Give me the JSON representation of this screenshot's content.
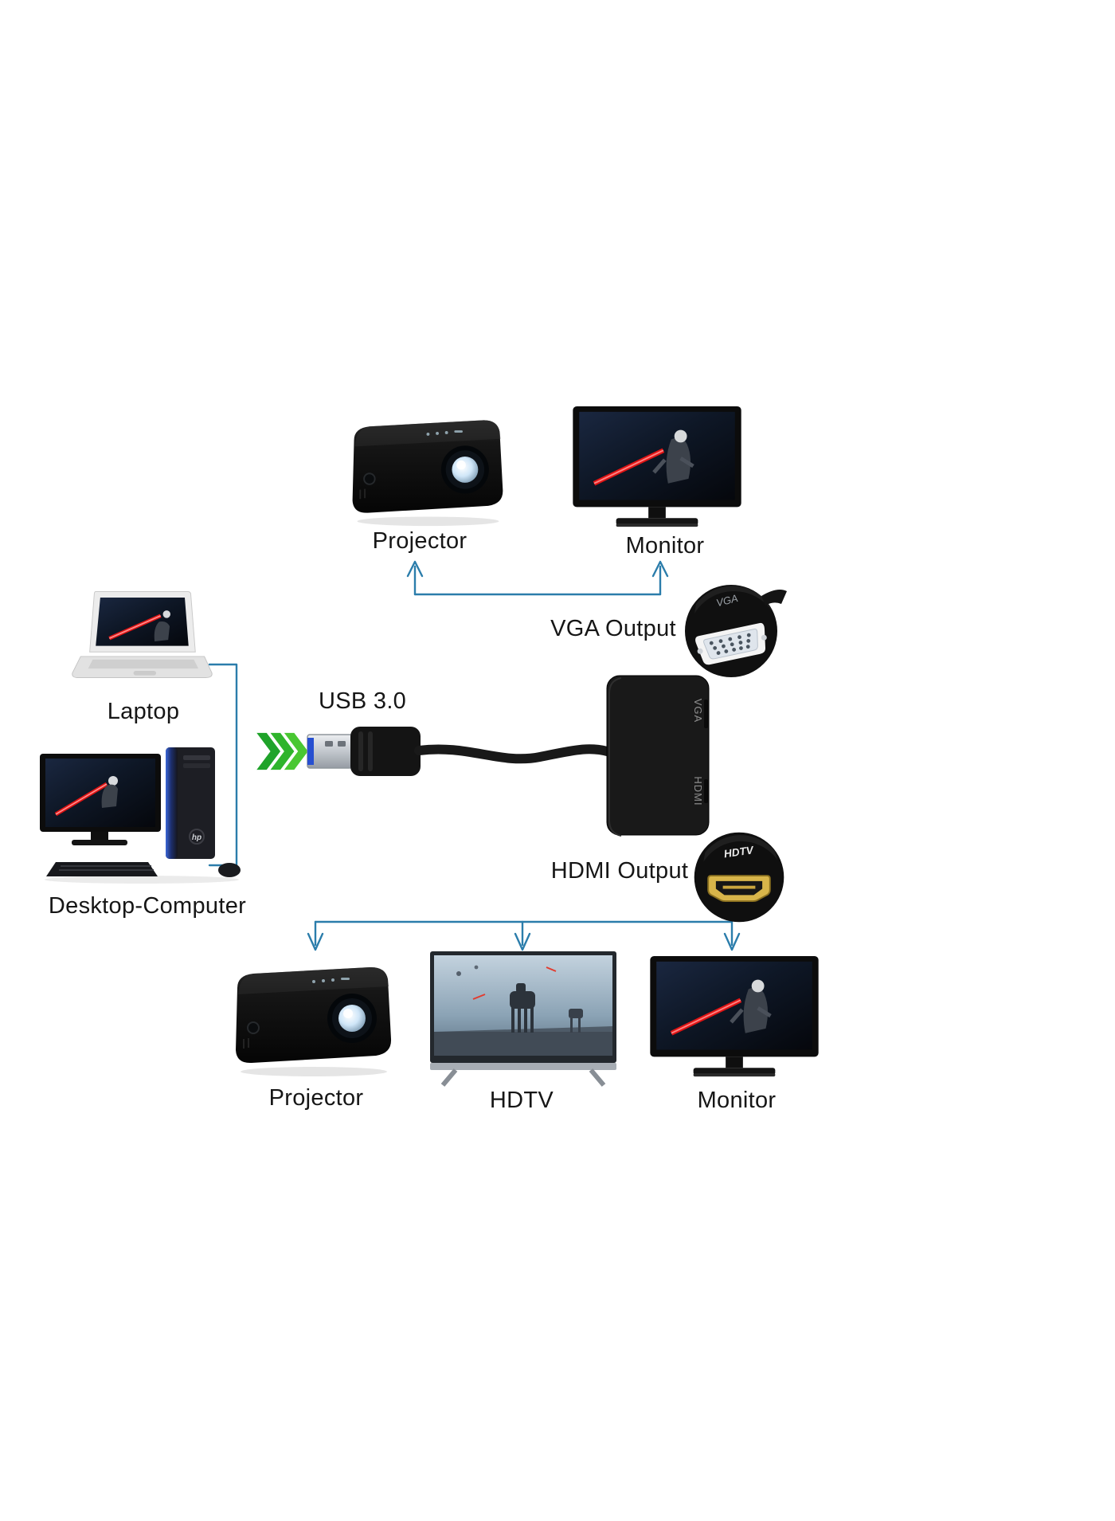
{
  "diagram": {
    "top": {
      "projector_label": "Projector",
      "monitor_label": "Monitor",
      "vga_output_label": "VGA Output"
    },
    "left": {
      "laptop_label": "Laptop",
      "desktop_label": "Desktop-Computer"
    },
    "center": {
      "usb_label": "USB 3.0",
      "adapter_port_vga": "VGA",
      "adapter_port_hdmi": "HDMI",
      "vga_connector_text": "VGA",
      "hdmi_connector_text": "HDTV",
      "tower_logo": "hp"
    },
    "bottom": {
      "hdmi_output_label": "HDMI Output",
      "projector_label": "Projector",
      "hdtv_label": "HDTV",
      "monitor_label": "Monitor"
    },
    "colors": {
      "arrow": "#2b7dab",
      "chevron_green": "#2fb42c",
      "label_text": "#161616",
      "background": "#ffffff"
    }
  }
}
